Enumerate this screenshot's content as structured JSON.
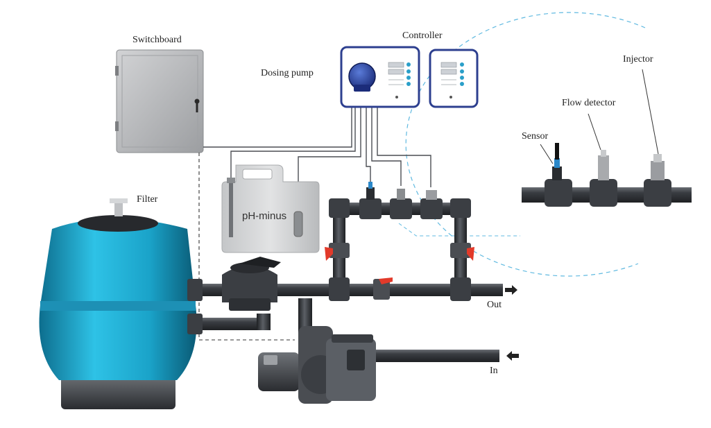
{
  "labels": {
    "switchboard": "Switchboard",
    "controller": "Controller",
    "dosing_pump": "Dosing pump",
    "injector": "Injector",
    "flow_detector": "Flow detector",
    "sensor": "Sensor",
    "filter": "Filter",
    "ph_minus": "pH-minus",
    "out": "Out",
    "in": "In"
  },
  "colors": {
    "pipe": "#3a3d42",
    "tank_blue": "#1aa3c9",
    "tank_dark": "#1f2326",
    "device_frame": "#2d3f8f",
    "cabinet": "#b5b6b8",
    "canister": "#d0d2d3",
    "valve_red": "#e23a2a",
    "callout_dash": "#5fb9e0"
  }
}
